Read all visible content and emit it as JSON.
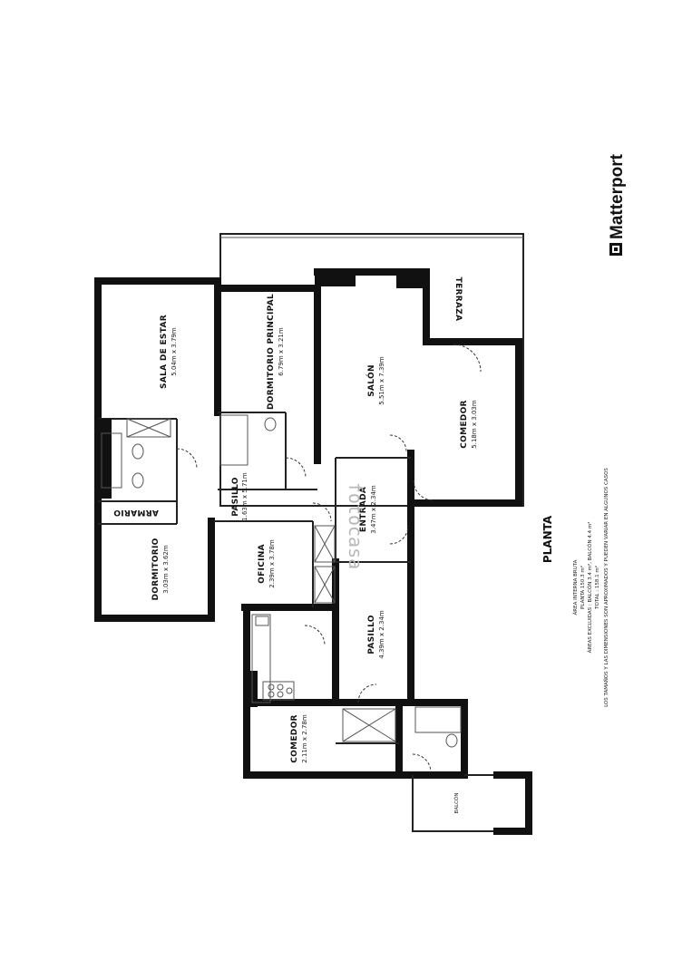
{
  "brand": "Matterport",
  "title": "PLANTA",
  "watermark": "fotocasa",
  "rooms": {
    "sala": {
      "name": "SALA DE ESTAR",
      "dim": "5.04m x 3.79m"
    },
    "dormp": {
      "name": "DORMITORIO PRINCIPAL",
      "dim": "6.79m x 3.21m"
    },
    "salon": {
      "name": "SALÓN",
      "dim": "5.51m x 7.39m"
    },
    "comedor1": {
      "name": "COMEDOR",
      "dim": "5.18m x 3.03m"
    },
    "terraza": {
      "name": "TERRAZA"
    },
    "pasillo1": {
      "name": "PASILLO",
      "dim": "1.63m x 5.71m"
    },
    "entrada": {
      "name": "ENTRADA",
      "dim": "3.47m x 2.34m"
    },
    "armario": {
      "name": "ARMARIO"
    },
    "dorm": {
      "name": "DORMITORIO",
      "dim": "3.03m x 3.62m"
    },
    "oficina": {
      "name": "OFICINA",
      "dim": "2.39m x 3.78m"
    },
    "pasillo2": {
      "name": "PASILLO",
      "dim": "4.39m x 2.34m"
    },
    "comedor2": {
      "name": "COMEDOR",
      "dim": "2.11m x 2.78m"
    },
    "balcon": {
      "name": "BALCÓN"
    }
  },
  "areas": {
    "line1": "ÁREA INTERNA BRUTA",
    "line2": "PLANTA 150.3 m²",
    "line3": "ÁREAS EXCLUIDAS : BALCÓN 3.4 m², BALCÓN 4.4 m²",
    "line4": "TOTAL : 158.1 m²",
    "line5": "LOS TAMAÑOS Y LAS DIMENSIONES SON APROXIMADOS Y PUEDEN VARIAR EN ALGUNOS CASOS"
  }
}
